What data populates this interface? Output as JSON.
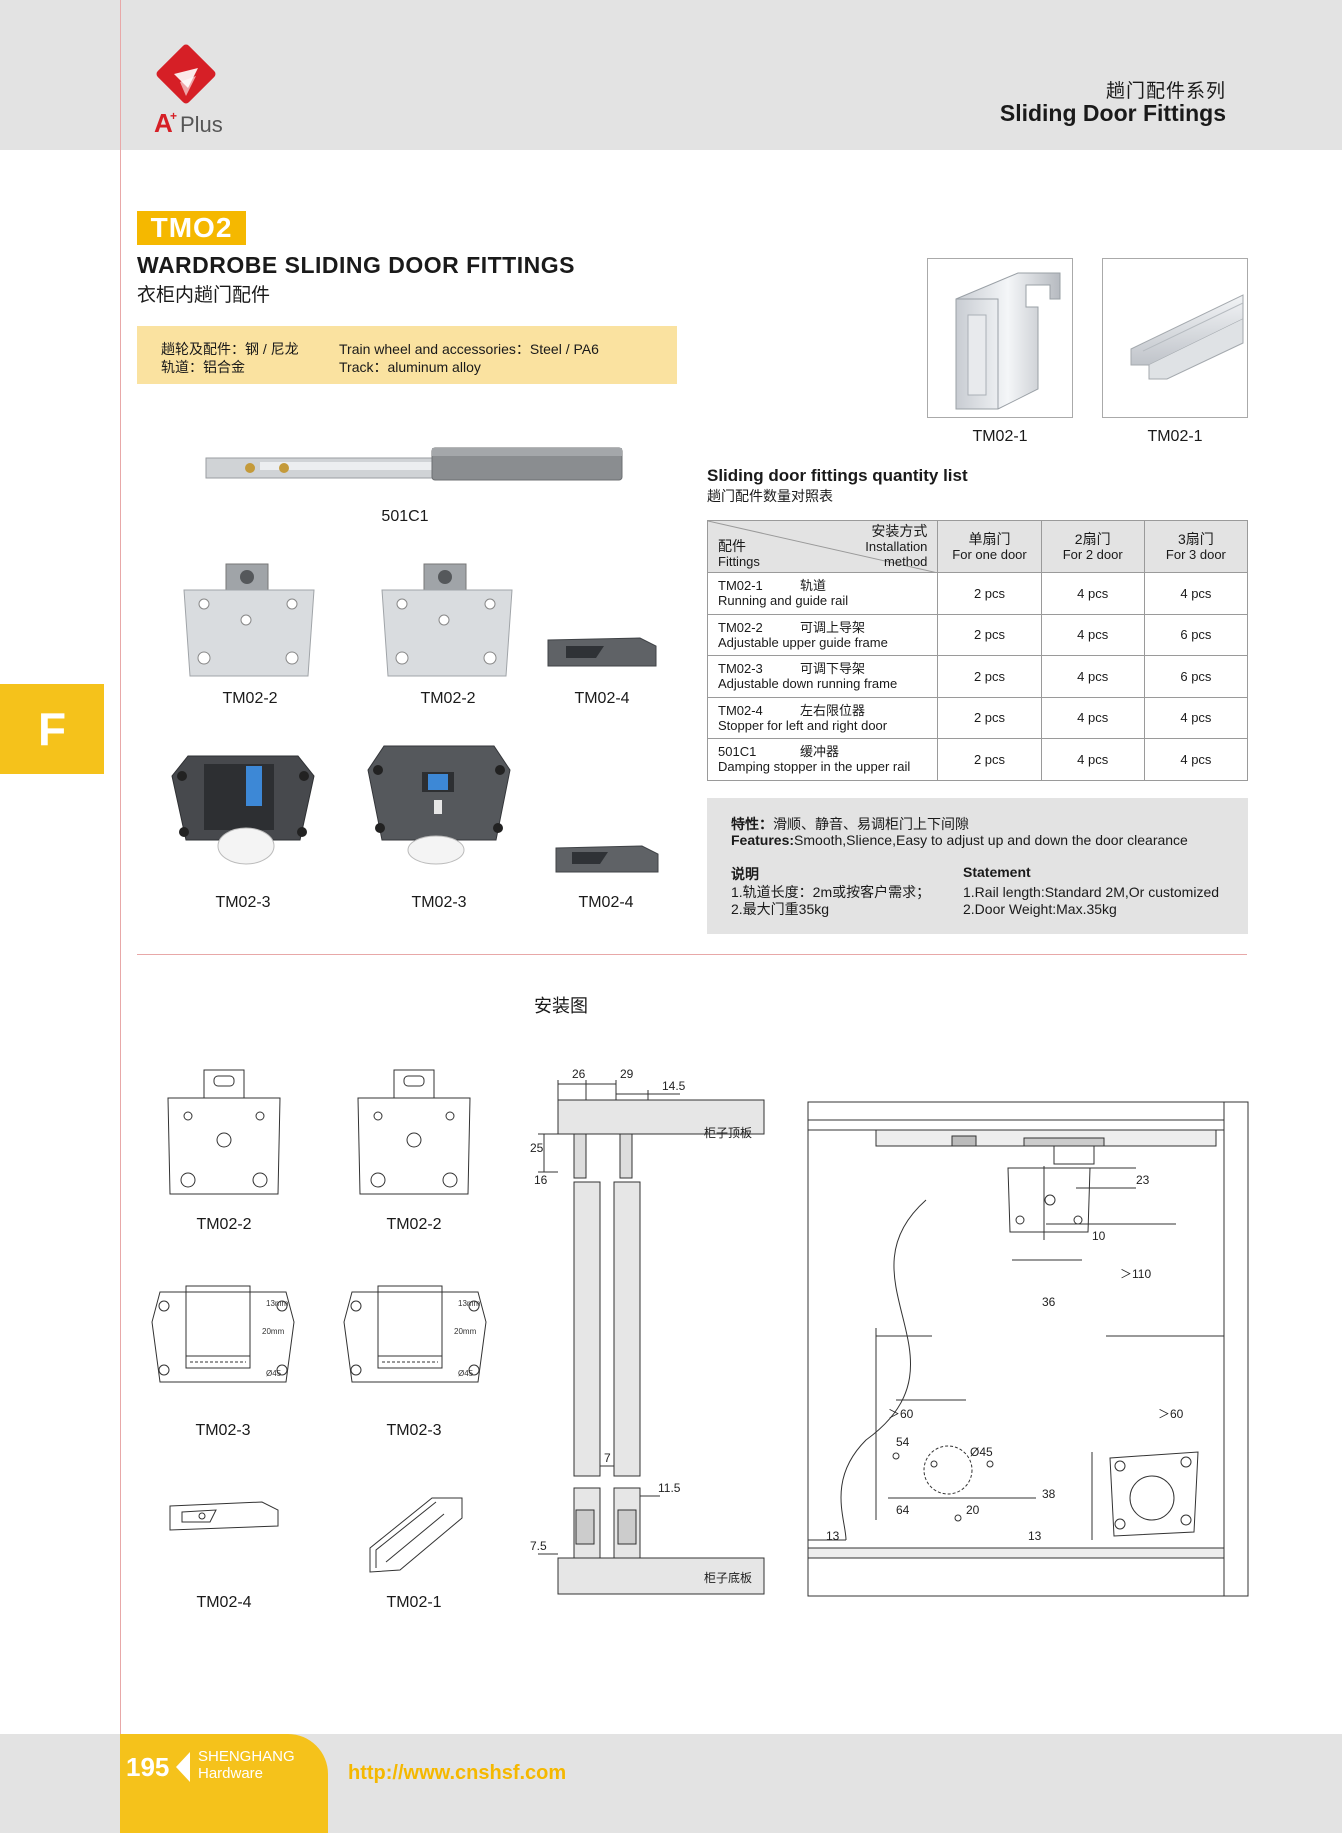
{
  "header": {
    "series_cn": "趟门配件系列",
    "series_en": "Sliding Door Fittings"
  },
  "logo": {
    "text": "Plus"
  },
  "side_tab": {
    "letter": "F"
  },
  "product": {
    "model": "TMO2",
    "title_en": "WARDROBE SLIDING DOOR FITTINGS",
    "title_cn": "衣柜内趟门配件"
  },
  "materials": {
    "cn_line1": "趟轮及配件：钢 / 尼龙",
    "cn_line2": "轨道：铝合金",
    "en_line1": "Train wheel and accessories：Steel / PA6",
    "en_line2": "Track：aluminum alloy"
  },
  "photos": {
    "rail_a": "TM02-1",
    "rail_b": "TM02-1",
    "damper": "501C1",
    "plate_a": "TM02-2",
    "plate_b": "TM02-2",
    "stopper_a": "TM02-4",
    "roller_a": "TM02-3",
    "roller_b": "TM02-3",
    "stopper_b": "TM02-4"
  },
  "quantity_list": {
    "title_en": "Sliding door fittings quantity list",
    "title_cn": "趟门配件数量对照表",
    "header": {
      "method_cn": "安装方式",
      "method_en_1": "Installation",
      "method_en_2": "method",
      "fittings_cn": "配件",
      "fittings_en": "Fittings",
      "col1_cn": "单扇门",
      "col1_en": "For one door",
      "col2_cn": "2扇门",
      "col2_en": "For 2 door",
      "col3_cn": "3扇门",
      "col3_en": "For 3 door"
    },
    "rows": [
      {
        "code": "TM02-1",
        "name_cn": "轨道",
        "name_en": "Running and guide rail",
        "one": "2 pcs",
        "two": "4 pcs",
        "three": "4 pcs"
      },
      {
        "code": "TM02-2",
        "name_cn": "可调上导架",
        "name_en": "Adjustable upper guide frame",
        "one": "2 pcs",
        "two": "4 pcs",
        "three": "6 pcs"
      },
      {
        "code": "TM02-3",
        "name_cn": "可调下导架",
        "name_en": "Adjustable down running frame",
        "one": "2 pcs",
        "two": "4 pcs",
        "three": "6 pcs"
      },
      {
        "code": "TM02-4",
        "name_cn": "左右限位器",
        "name_en": "Stopper for left and right door",
        "one": "2 pcs",
        "two": "4 pcs",
        "three": "4 pcs"
      },
      {
        "code": "501C1",
        "name_cn": "缓冲器",
        "name_en": "Damping stopper in the upper rail",
        "one": "2 pcs",
        "two": "4 pcs",
        "three": "4 pcs"
      }
    ]
  },
  "features": {
    "cn_label": "特性：",
    "cn_text": "滑顺、静音、易调柜门上下间隙",
    "en_label": "Features:",
    "en_text": "Smooth,Slience,Easy to adjust up and down the door clearance",
    "note_cn_title": "说明",
    "note_cn_1": "1.轨道长度：2m或按客户需求；",
    "note_cn_2": "2.最大门重35kg",
    "note_en_title": "Statement",
    "note_en_1": "1.Rail length:Standard 2M,Or customized",
    "note_en_2": "2.Door Weight:Max.35kg"
  },
  "installation": {
    "title": "安装图",
    "drawings": {
      "plate_a": "TM02-2",
      "plate_b": "TM02-2",
      "roller_a": "TM02-3",
      "roller_b": "TM02-3",
      "stopper": "TM02-4",
      "rail": "TM02-1"
    },
    "section": {
      "dim_26": "26",
      "dim_29": "29",
      "dim_14_5": "14.5",
      "dim_25": "25",
      "dim_16": "16",
      "dim_7": "7",
      "dim_11_5": "11.5",
      "dim_7_5": "7.5",
      "top_panel": "柜子顶板",
      "bottom_panel": "柜子底板"
    },
    "front": {
      "dim_23": "23",
      "dim_10": "10",
      "dim_110": "＞110",
      "dim_36": "36",
      "dim_60_left": "＞60",
      "dim_54": "54",
      "dim_45": "Ø45",
      "dim_64": "64",
      "dim_20": "20",
      "dim_13_left": "13",
      "dim_13_right": "13",
      "dim_38": "38",
      "dim_60_right": "＞60"
    },
    "roller_marks": {
      "mark_13": "13mm",
      "mark_20": "20mm",
      "mark_45": "Ø45"
    }
  },
  "footer": {
    "page_number": "195",
    "brand_1": "SHENGHANG",
    "brand_2": "Hardware",
    "url": "http://www.cnshsf.com"
  },
  "colors": {
    "accent_yellow": "#f5c21b",
    "band_gray": "#e3e3e3",
    "material_bg": "#fae2a0",
    "logo_red": "#d61f26"
  }
}
